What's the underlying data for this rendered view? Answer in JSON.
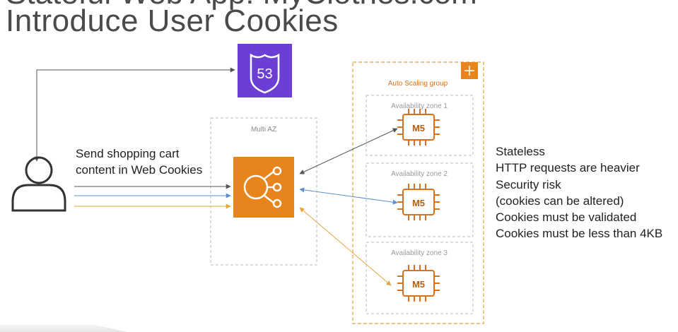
{
  "slide": {
    "title": "Introduce User Cookies",
    "title_partial_top": "Stateful Web App: MyClothes.com"
  },
  "route53": {
    "label": "53",
    "icon": "route53-shield-icon",
    "color": "#6b3fd4"
  },
  "multi_az": {
    "label": "Multi AZ"
  },
  "elb": {
    "icon": "elastic-load-balancer-icon",
    "color": "#e8841c"
  },
  "asg": {
    "label": "Auto Scaling group",
    "icon": "auto-scaling-icon",
    "color": "#e8841c"
  },
  "zones": [
    {
      "label": "Availability zone 1",
      "instance": "M5"
    },
    {
      "label": "Availability zone 2",
      "instance": "M5"
    },
    {
      "label": "Availability zone 3",
      "instance": "M5"
    }
  ],
  "user": {
    "icon": "user-icon"
  },
  "caption": {
    "line1": "Send shopping cart",
    "line2": "content in Web Cookies"
  },
  "notes": [
    "Stateless",
    "HTTP requests are heavier",
    "Security risk",
    "(cookies can be altered)",
    "Cookies must be validated",
    "Cookies must be less than 4KB"
  ],
  "colors": {
    "line_gray": "#555555",
    "line_blue": "#5b8fd0",
    "line_orange": "#e8a43a",
    "dashed": "#bbbbbb"
  }
}
